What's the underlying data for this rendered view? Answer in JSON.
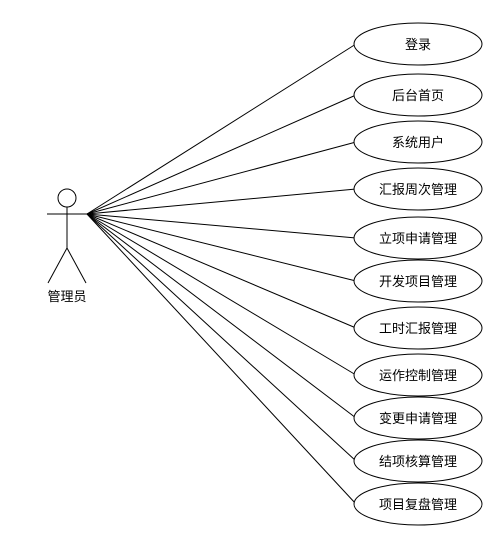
{
  "actor": {
    "label": "管理员",
    "icon": "stick-figure-icon"
  },
  "use_cases": [
    {
      "label": "登录"
    },
    {
      "label": "后台首页"
    },
    {
      "label": "系统用户"
    },
    {
      "label": "汇报周次管理"
    },
    {
      "label": "立项申请管理"
    },
    {
      "label": "开发项目管理"
    },
    {
      "label": "工时汇报管理"
    },
    {
      "label": "运作控制管理"
    },
    {
      "label": "变更申请管理"
    },
    {
      "label": "结项核算管理"
    },
    {
      "label": "项目复盘管理"
    }
  ],
  "colors": {
    "stroke": "#000000",
    "fill": "#ffffff",
    "text": "#000000"
  }
}
